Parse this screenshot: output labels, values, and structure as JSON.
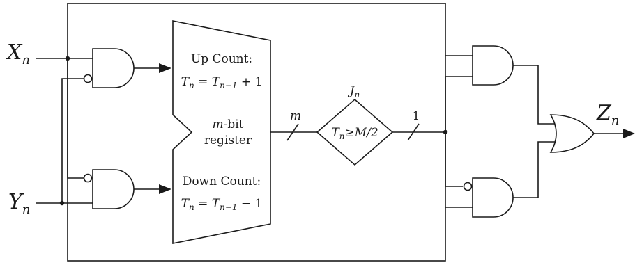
{
  "inputs": {
    "x": {
      "name": "X",
      "sub": "n"
    },
    "y": {
      "name": "Y",
      "sub": "n"
    }
  },
  "output": {
    "name": "Z",
    "sub": "n"
  },
  "register": {
    "up_title": "Up Count:",
    "up_eq": {
      "lhs": "T",
      "lhs_sub": "n",
      "rest": " = ",
      "rhs": "T",
      "rhs_sub": "n−1",
      "tail": " + 1"
    },
    "mid_var": "m",
    "mid_text": "-bit",
    "mid_text2": "register",
    "down_title": "Down Count:",
    "down_eq": {
      "lhs": "T",
      "lhs_sub": "n",
      "rest": " = ",
      "rhs": "T",
      "rhs_sub": "n−1",
      "tail": " − 1"
    }
  },
  "bus_width_label": "m",
  "comparator": {
    "top_label": "J",
    "top_sub": "n",
    "expr_var": "T",
    "expr_sub": "n",
    "expr_op": "≥",
    "expr_rhs": "M/2"
  },
  "single_bit_label": "1",
  "colors": {
    "ink": "#1a1a1a",
    "background": "#ffffff"
  }
}
